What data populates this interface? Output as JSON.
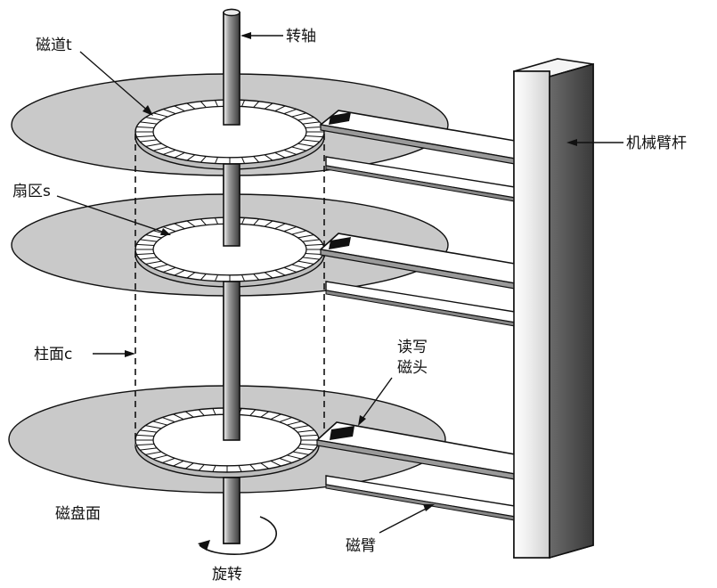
{
  "labels": {
    "spindle": "转轴",
    "track": "磁道t",
    "sector": "扇区s",
    "cylinder": "柱面c",
    "actuator": "机械臂杆",
    "rw_head_line1": "读写",
    "rw_head_line2": "磁头",
    "platter_surface": "磁盘面",
    "arm": "磁臂",
    "rotation": "旋转"
  },
  "colors": {
    "platter": "#c9c9c9",
    "platter_dark": "#a9a9a9",
    "outline": "#111111",
    "spindle": "#8a8a8a",
    "ring_white": "#ffffff",
    "head_fill": "#111111"
  }
}
